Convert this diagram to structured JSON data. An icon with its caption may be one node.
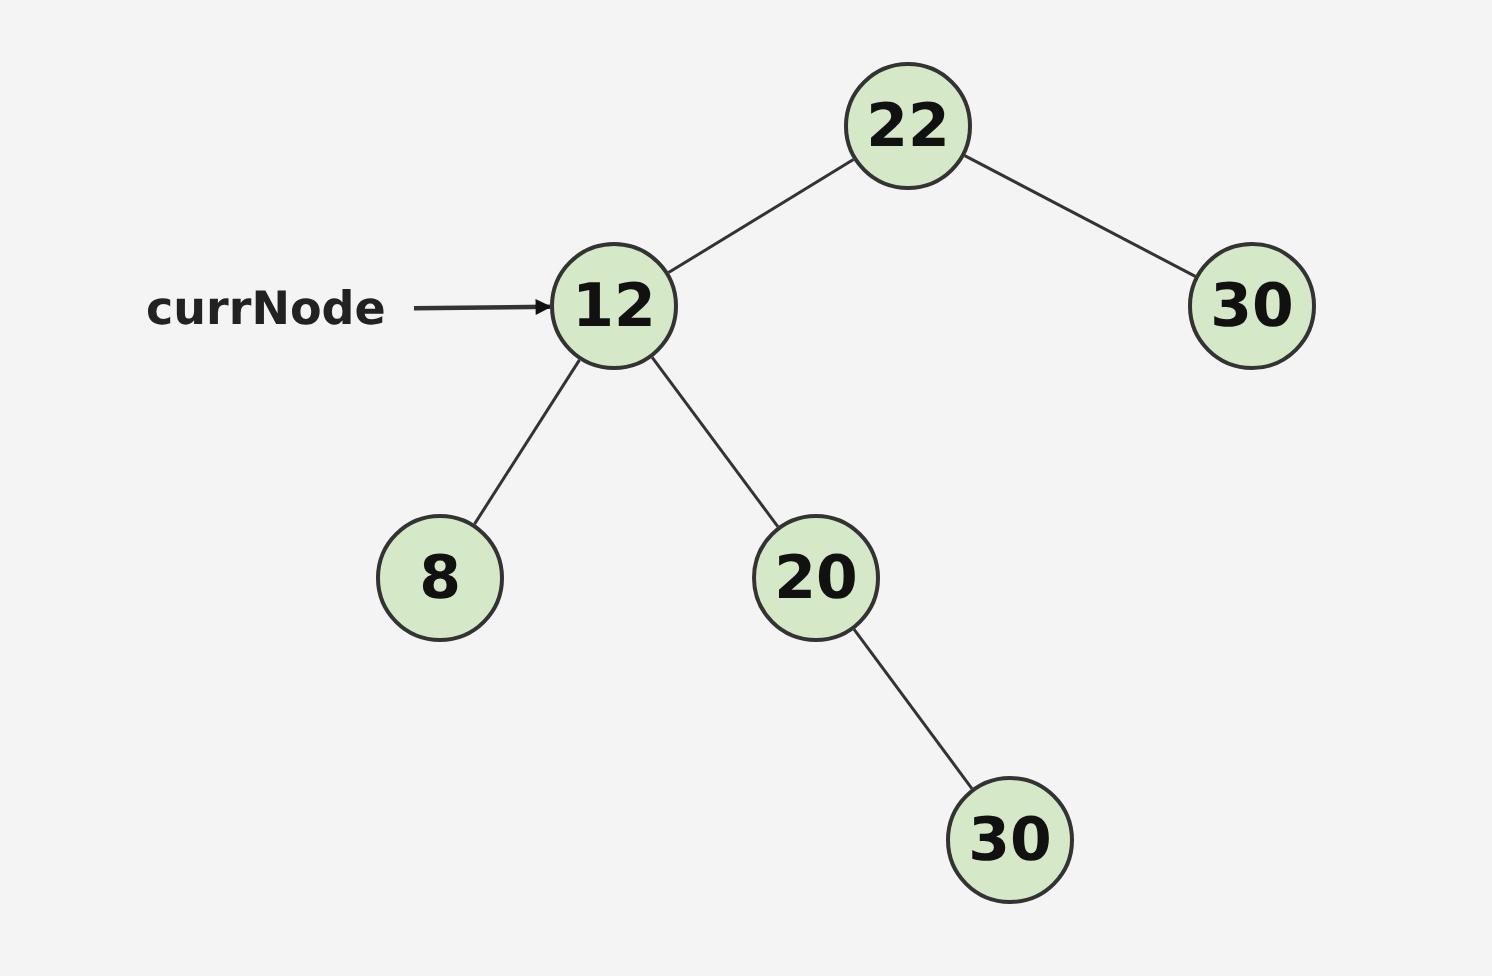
{
  "diagram": {
    "nodes": [
      {
        "text": [
          "22"
        ]
      },
      {
        "text": [
          "currNode"
        ]
      },
      {
        "text": [
          "12"
        ]
      },
      {
        "text": [
          "30"
        ]
      },
      {
        "text": [
          "8"
        ]
      },
      {
        "text": [
          "20"
        ]
      },
      {
        "text": [
          "30"
        ]
      }
    ],
    "edges": [
      {
        "from": 0,
        "to": 2,
        "arrow": "none"
      },
      {
        "from": 0,
        "to": 3,
        "arrow": "none"
      },
      {
        "from": 1,
        "to": 2,
        "arrow": "to"
      },
      {
        "from": 2,
        "to": 4,
        "arrow": "none"
      },
      {
        "from": 2,
        "to": 5,
        "arrow": "none"
      },
      {
        "from": 5,
        "to": 6,
        "arrow": "none"
      }
    ]
  }
}
